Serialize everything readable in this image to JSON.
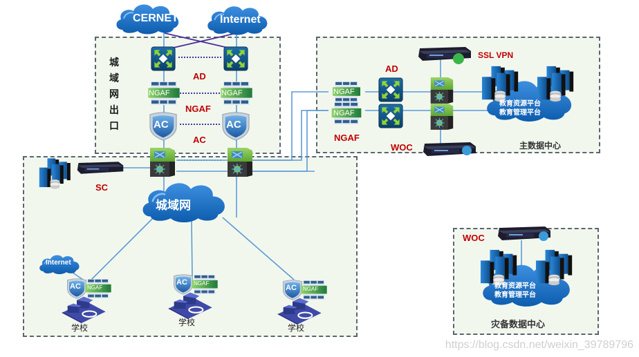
{
  "diagram": {
    "clouds": {
      "cernet": "CERNET",
      "internet": "Internet",
      "metro": "城域网",
      "school_internet": "Internet",
      "main_platform_line1": "教育资源平台",
      "main_platform_line2": "教育管理平台",
      "dr_platform_line1": "教育资源平台",
      "dr_platform_line2": "教育管理平台"
    },
    "zones": {
      "metro_exit": "城域网出口",
      "main_dc": "主数据中心",
      "dr_dc": "灾备数据中心"
    },
    "device_labels": {
      "exit_ad": "AD",
      "exit_ngaf": "NGAF",
      "exit_ac": "AC",
      "dc_ad": "AD",
      "dc_ngaf": "NGAF",
      "ssl_vpn": "SSL VPN",
      "dc_woc": "WOC",
      "dr_woc": "WOC",
      "sc": "SC"
    },
    "icon_text": {
      "ngaf": "NGAF",
      "ac": "AC"
    },
    "schools": [
      {
        "label": "学校"
      },
      {
        "label": "学校"
      },
      {
        "label": "学校"
      }
    ],
    "colors": {
      "label_red": "#c00000",
      "cloud_blue": "#1a6fc4",
      "link_blue": "#5b9bd5",
      "link_purple": "#4b2e9a",
      "zone_bg": "#f2f7ee"
    }
  },
  "watermark": "https://blog.csdn.net/weixin_39789796"
}
